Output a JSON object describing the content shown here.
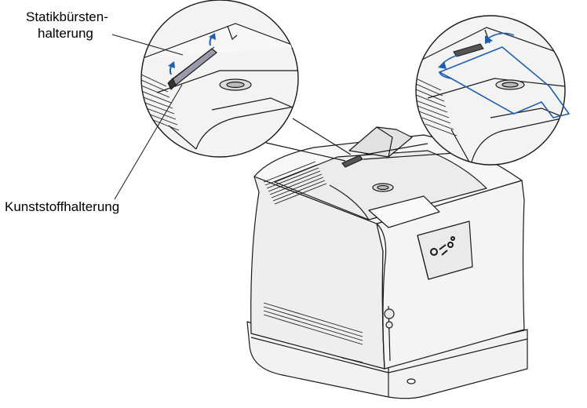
{
  "labels": {
    "static_brush_holder_line1": "Statikbürsten-",
    "static_brush_holder_line2": "halterung",
    "plastic_holder": "Kunststoffhalterung"
  },
  "colors": {
    "line": "#1a1a1a",
    "printer_body": "#f2f2f2",
    "printer_shade": "#d9d9d9",
    "brush_fill": "#9a9aaa",
    "arrow_blue": "#1f5fae"
  },
  "icons": {
    "lift_arrow": "curved-up-arrow-icon",
    "rotate_arrow": "curved-rotate-arrow-icon",
    "panel_logo": "printer-logo-icon"
  }
}
